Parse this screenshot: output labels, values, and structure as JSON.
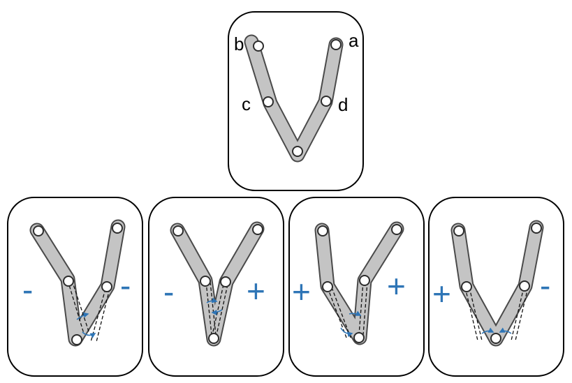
{
  "top_panel": {
    "labels": {
      "a": "a",
      "b": "b",
      "c": "c",
      "d": "d"
    }
  },
  "variants": [
    {
      "left_sign": "-",
      "right_sign": "-"
    },
    {
      "left_sign": "-",
      "right_sign": "+"
    },
    {
      "left_sign": "+",
      "right_sign": "+"
    },
    {
      "left_sign": "+",
      "right_sign": "-"
    }
  ],
  "colors": {
    "arm_fill": "#c4c4c4",
    "arm_stroke": "#4a4a4a",
    "sign_color": "#2e75b6",
    "panel_stroke": "#000000"
  }
}
